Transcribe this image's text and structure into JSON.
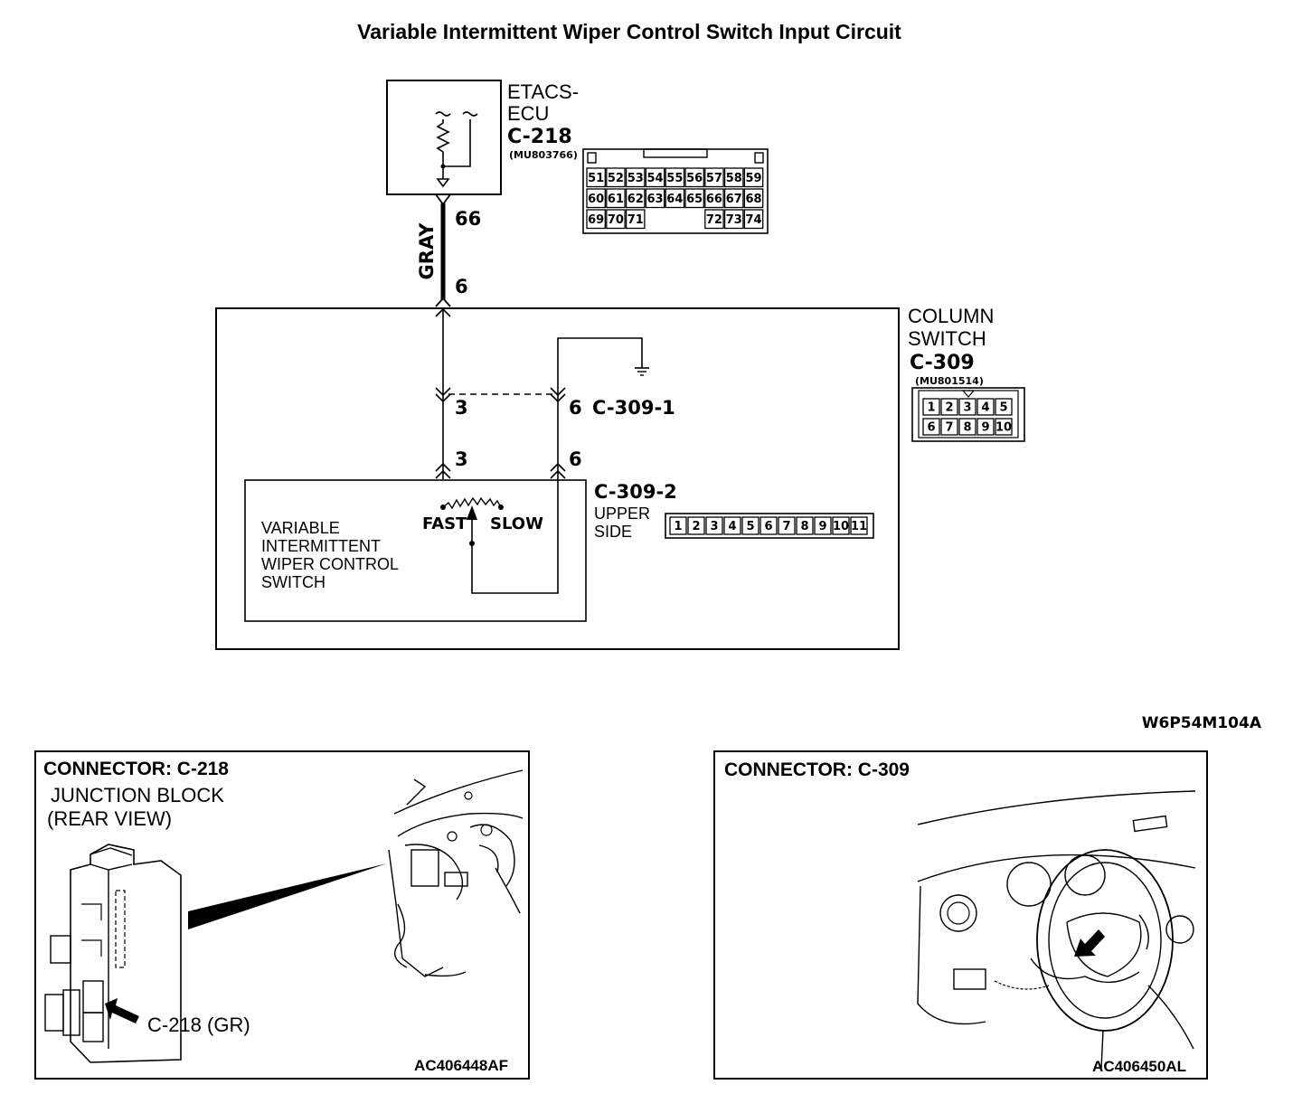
{
  "title": "Variable Intermittent Wiper Control Switch Input Circuit",
  "doc_code": "W6P54M104A",
  "ecu": {
    "name_line1": "ETACS-",
    "name_line2": "ECU",
    "connector": "C-218",
    "part_no": "(MU803766)",
    "pin_rows": [
      [
        "51",
        "52",
        "53",
        "54",
        "55",
        "56",
        "57",
        "58",
        "59"
      ],
      [
        "60",
        "61",
        "62",
        "63",
        "64",
        "65",
        "66",
        "67",
        "68"
      ],
      [
        "69",
        "70",
        "71",
        "",
        "",
        "",
        "72",
        "73",
        "74"
      ]
    ]
  },
  "wire": {
    "color": "GRAY",
    "ecu_pin": "66",
    "switch_pin": "6"
  },
  "column_switch": {
    "name_line1": "COLUMN",
    "name_line2": "SWITCH",
    "connector": "C-309",
    "part_no": "(MU801514)",
    "pin_rows": [
      [
        "1",
        "2",
        "3",
        "4",
        "5"
      ],
      [
        "6",
        "7",
        "8",
        "9",
        "10"
      ]
    ],
    "sub1": {
      "label": "C-309-1",
      "pin_left": "3",
      "pin_right": "6"
    },
    "sub2": {
      "label": "C-309-2",
      "pin_left": "3",
      "pin_right": "6",
      "side_line1": "UPPER",
      "side_line2": "SIDE",
      "pins": [
        "1",
        "2",
        "3",
        "4",
        "5",
        "6",
        "7",
        "8",
        "9",
        "10",
        "11"
      ]
    },
    "switch": {
      "line1": "VARIABLE",
      "line2": "INTERMITTENT",
      "line3": "WIPER CONTROL",
      "line4": "SWITCH",
      "fast": "FAST",
      "slow": "SLOW"
    }
  },
  "panel_left": {
    "header": "CONNECTOR: C-218",
    "sub1": "JUNCTION BLOCK",
    "sub2": "(REAR VIEW)",
    "callout": "C-218 (GR)",
    "code": "AC406448AF"
  },
  "panel_right": {
    "header": "CONNECTOR: C-309",
    "code": "AC406450AL"
  }
}
